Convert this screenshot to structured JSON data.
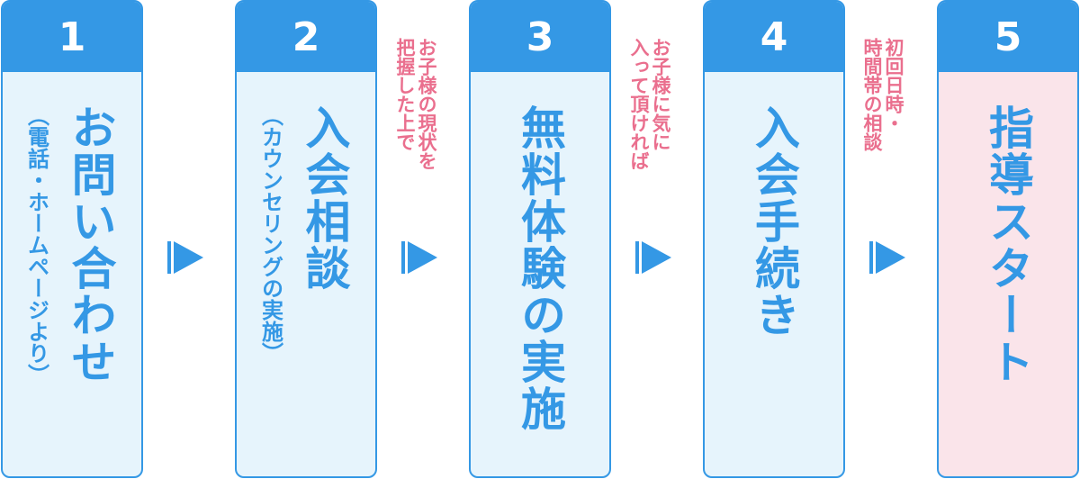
{
  "steps": [
    {
      "number": "1",
      "title": "お問い合わせ",
      "subtitle": "（電話・ホームページより）"
    },
    {
      "number": "2",
      "title": "入会相談",
      "subtitle": "（カウンセリングの実施）"
    },
    {
      "number": "3",
      "title": "無料体験の実施",
      "subtitle": ""
    },
    {
      "number": "4",
      "title": "入会手続き",
      "subtitle": ""
    },
    {
      "number": "5",
      "title": "指導スタート",
      "subtitle": ""
    }
  ],
  "notes": [
    "お子様の現状を\n把握した上で",
    "お子様に気に\n入って頂ければ",
    "初回日時・\n時間帯の相談"
  ],
  "colors": {
    "accent": "#3498e5",
    "note": "#ea6f8e",
    "step_bg": "#e6f4fc",
    "final_bg": "#fae4ea"
  }
}
